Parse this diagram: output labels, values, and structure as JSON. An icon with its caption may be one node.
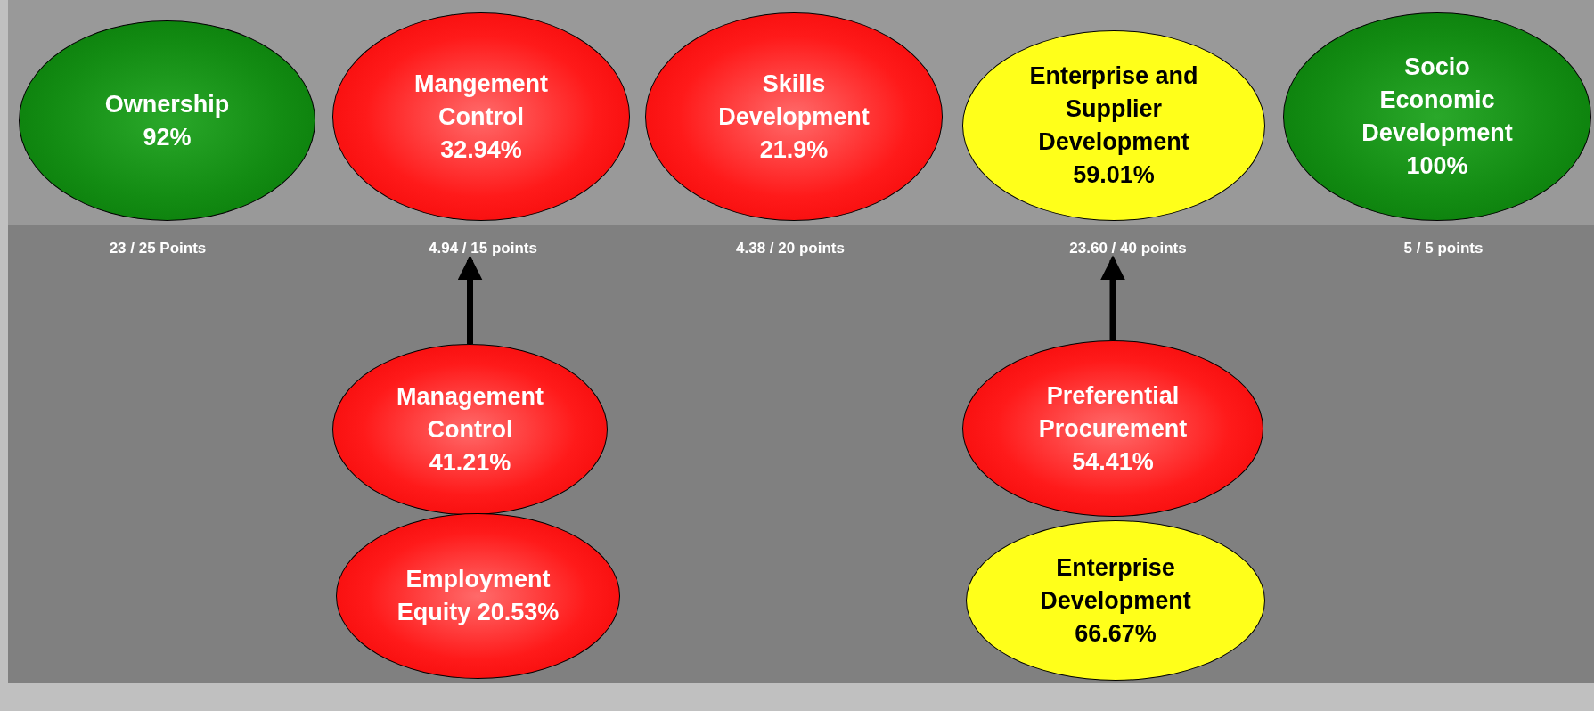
{
  "diagram": {
    "nodes": [
      {
        "text": [
          "Ownership",
          "92%"
        ]
      },
      {
        "text": [
          "Mangement Control",
          "32.94%"
        ]
      },
      {
        "text": [
          "Skills Development",
          "21.9%"
        ]
      },
      {
        "text": [
          "Enterprise and Supplier Development",
          "59.01%"
        ]
      },
      {
        "text": [
          "Socio Economic Development",
          "100%"
        ]
      },
      {
        "text": [
          "23 / 25 Points"
        ]
      },
      {
        "text": [
          "4.94 / 15 points"
        ]
      },
      {
        "text": [
          "4.38 / 20 points"
        ]
      },
      {
        "text": [
          "23.60 / 40 points"
        ]
      },
      {
        "text": [
          "5 / 5 points"
        ]
      },
      {
        "text": [
          "Management Control",
          "41.21%"
        ]
      },
      {
        "text": [
          "Employment Equity 20.53%"
        ]
      },
      {
        "text": [
          "Preferential Procurement",
          "54.41%"
        ]
      },
      {
        "text": [
          "Enterprise Development",
          "66.67%"
        ]
      }
    ],
    "edges": [
      {
        "from": 10,
        "to": 6,
        "arrow": "to"
      },
      {
        "from": 12,
        "to": 8,
        "arrow": "to"
      }
    ]
  }
}
